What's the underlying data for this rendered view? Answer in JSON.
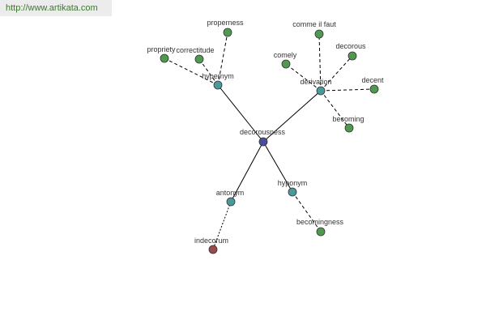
{
  "watermark": {
    "text": "http://www.artikata.com"
  },
  "colors": {
    "center": "#4a4f9a",
    "relation": "#4a9a9a",
    "leaf": "#4f9a4f",
    "antonym_leaf": "#9a4a4a",
    "edge": "#000000"
  },
  "nodes": {
    "center": "decorousness",
    "hypernym": "hypernym",
    "derivation": "derivation",
    "antonym": "antonym",
    "hyponym": "hyponym",
    "propriety": "propriety",
    "correctitude": "correctitude",
    "properness": "properness",
    "comme_il_faut": "comme il faut",
    "comely": "comely",
    "decorous": "decorous",
    "decent": "decent",
    "becoming": "becoming",
    "indecorum": "indecorum",
    "becomingness": "becomingness"
  }
}
